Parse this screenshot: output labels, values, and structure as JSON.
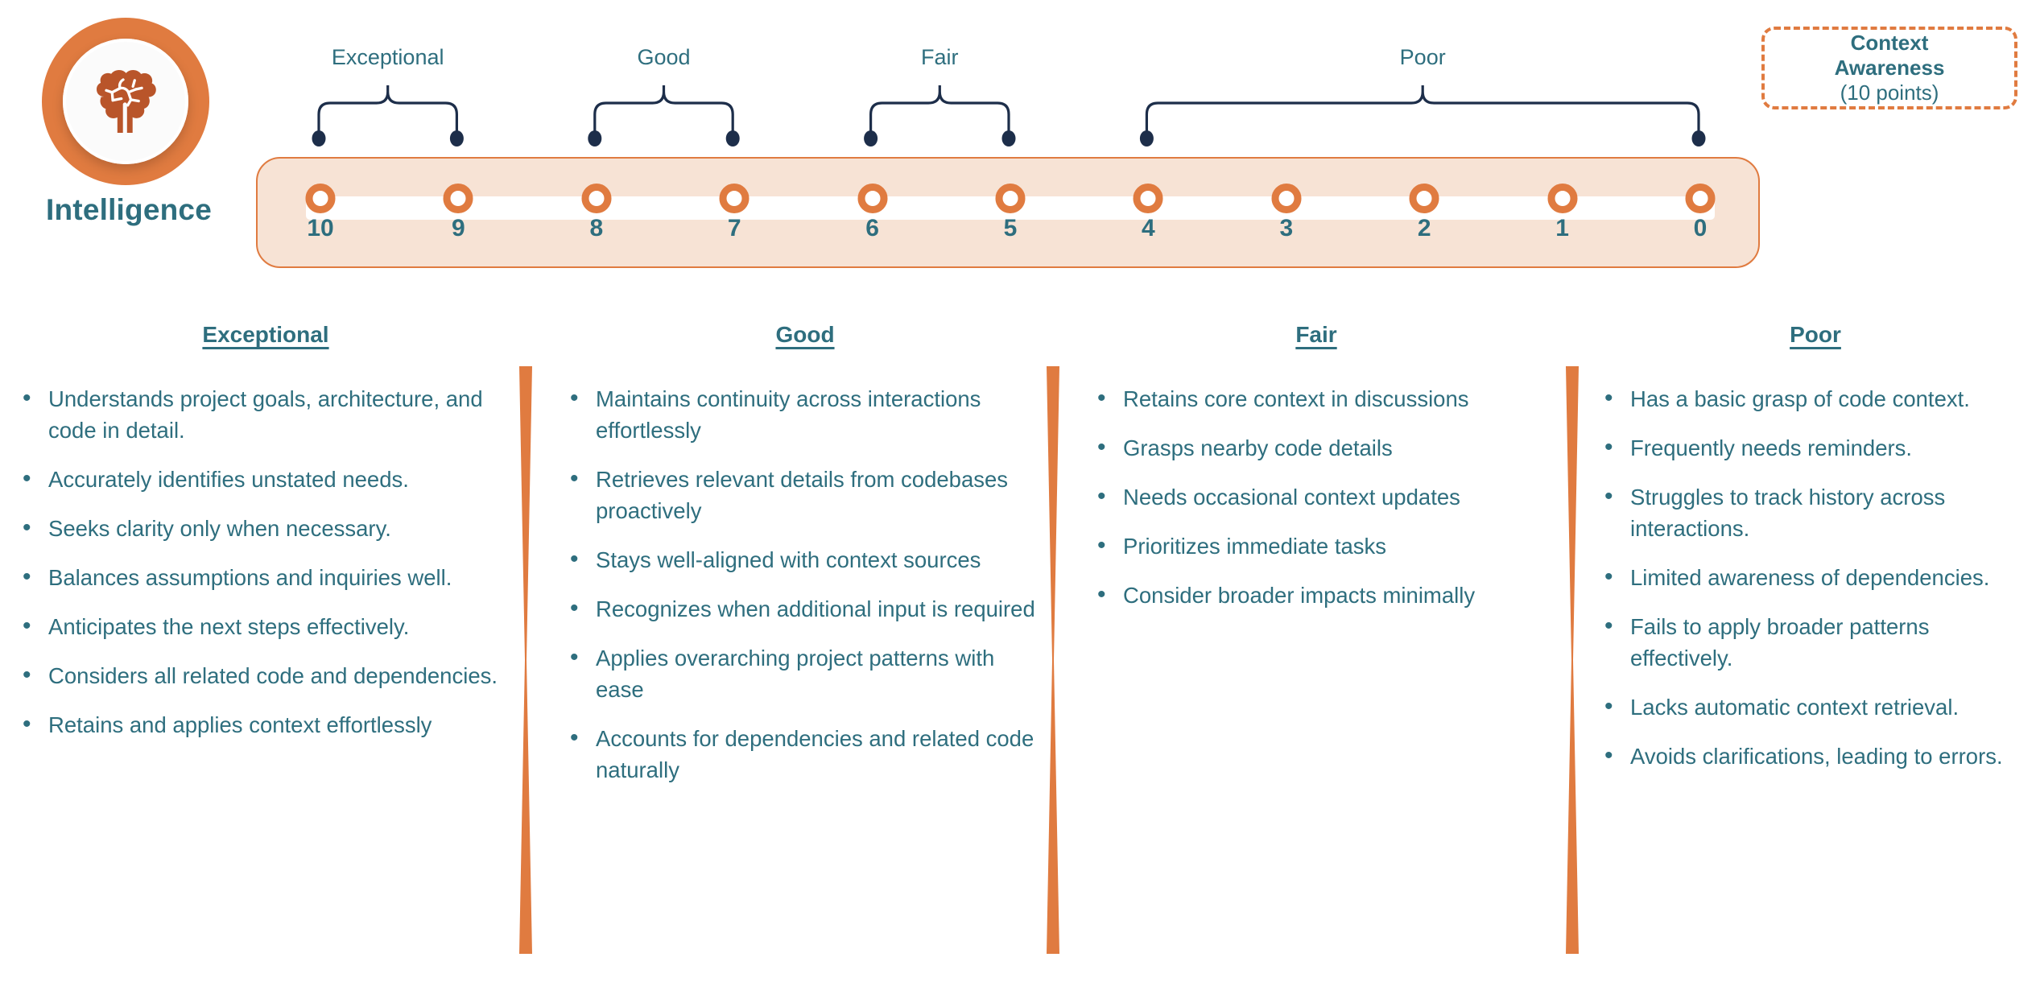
{
  "identity": {
    "label": "Intelligence",
    "icon": "brain-icon",
    "ring_color": "#e07b40",
    "label_color": "#2e6e7e"
  },
  "badge": {
    "title_line1": "Context",
    "title_line2": "Awareness",
    "points": "(10 points)",
    "border_color": "#e07b40",
    "text_color": "#2e6e7e"
  },
  "scale": {
    "panel_fill": "#f7e3d5",
    "panel_border": "#e07b40",
    "marker_color": "#e07b40",
    "number_color": "#2e6e7e",
    "bracket_color": "#1d2e4a",
    "ticks": [
      "10",
      "9",
      "8",
      "7",
      "6",
      "5",
      "4",
      "3",
      "2",
      "1",
      "0"
    ],
    "groups": [
      {
        "label": "Exceptional",
        "from": "10",
        "to": "9"
      },
      {
        "label": "Good",
        "from": "8",
        "to": "7"
      },
      {
        "label": "Fair",
        "from": "6",
        "to": "5"
      },
      {
        "label": "Poor",
        "from": "4",
        "to": "0"
      }
    ]
  },
  "columns": [
    {
      "heading": "Exceptional",
      "bullets": [
        "Understands project goals, architecture, and code in detail.",
        "Accurately identifies unstated needs.",
        "Seeks clarity only when necessary.",
        "Balances assumptions and inquiries well.",
        "Anticipates the next steps effectively.",
        "Considers all related code and dependencies.",
        "Retains and applies context effortlessly"
      ]
    },
    {
      "heading": "Good",
      "bullets": [
        "Maintains continuity across interactions effortlessly",
        "Retrieves relevant details from codebases proactively",
        "Stays well-aligned with context sources",
        "Recognizes when additional input is required",
        "Applies overarching project patterns with ease",
        "Accounts for dependencies and related code naturally"
      ]
    },
    {
      "heading": "Fair",
      "bullets": [
        "Retains core context in discussions",
        "Grasps nearby code details",
        "Needs occasional context updates",
        "Prioritizes immediate tasks",
        "Consider broader impacts minimally"
      ]
    },
    {
      "heading": "Poor",
      "bullets": [
        "Has a basic grasp of code context.",
        "Frequently needs reminders.",
        "Struggles to track history across interactions.",
        "Limited awareness of dependencies.",
        "Fails to apply broader patterns effectively.",
        "Lacks automatic context retrieval.",
        "Avoids clarifications, leading to errors."
      ]
    }
  ]
}
